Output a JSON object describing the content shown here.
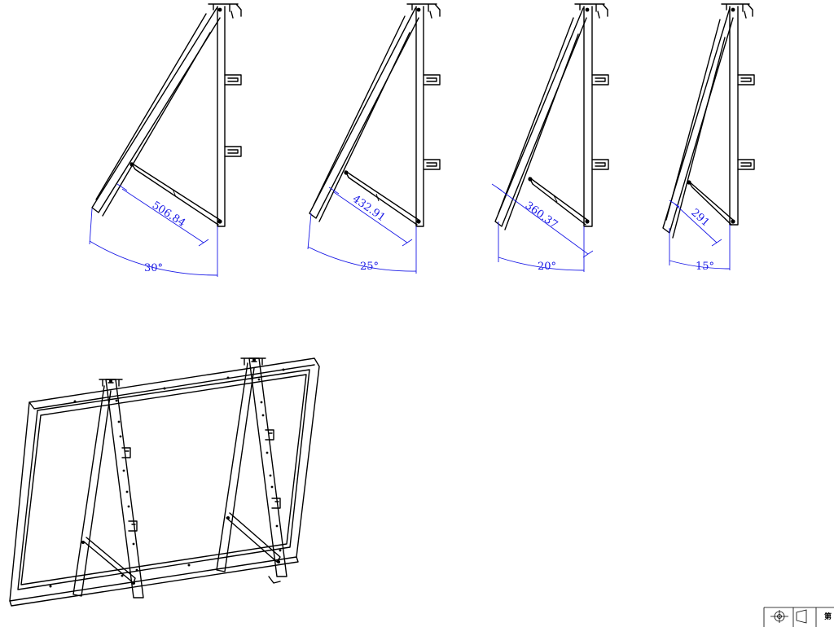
{
  "views": [
    {
      "name": "view-30",
      "length": "506.84",
      "angle": "30°"
    },
    {
      "name": "view-25",
      "length": "432.91",
      "angle": "25°"
    },
    {
      "name": "view-20",
      "length": "360.37",
      "angle": "20°"
    },
    {
      "name": "view-15",
      "length": "291",
      "angle": "15°"
    }
  ],
  "title_block": {
    "sheet_label": "第"
  }
}
